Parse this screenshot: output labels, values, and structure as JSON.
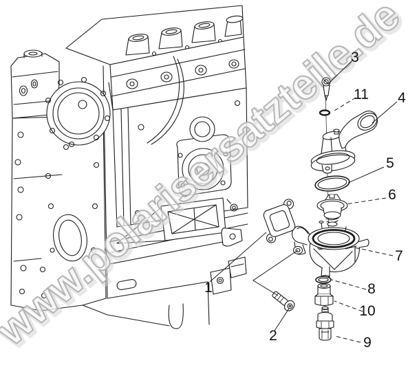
{
  "watermark": {
    "text": "www.polarisersatzteile.de"
  },
  "colors": {
    "background": "#ffffff",
    "line_color": "#1b1b1b",
    "watermark_fill": "#f2f2f2",
    "watermark_outline": "#adadad"
  },
  "callouts": [
    {
      "label": "1"
    },
    {
      "label": "2"
    },
    {
      "label": "3"
    },
    {
      "label": "4"
    },
    {
      "label": "5"
    },
    {
      "label": "6"
    },
    {
      "label": "7"
    },
    {
      "label": "8"
    },
    {
      "label": "9"
    },
    {
      "label": "10"
    },
    {
      "label": "11"
    }
  ]
}
